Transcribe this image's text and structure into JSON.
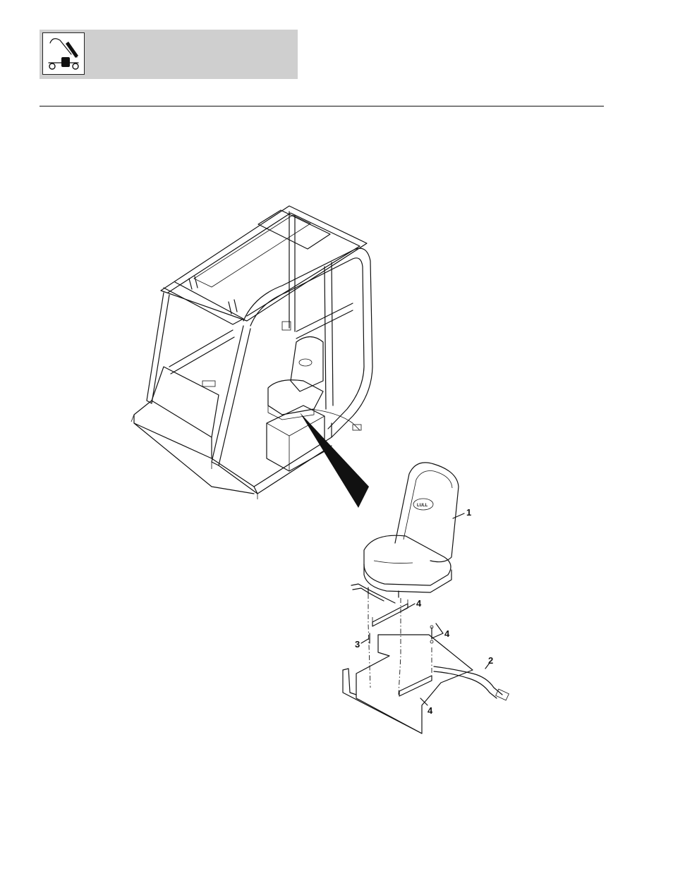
{
  "header": {
    "icon": "telehandler-boom-icon",
    "bar_color": "#cfcfcf"
  },
  "figure": {
    "callouts": {
      "seat": "1",
      "harness": "2",
      "screw": "3",
      "bracket_upper": "4",
      "fastener": "4",
      "bracket_lower": "4"
    }
  }
}
